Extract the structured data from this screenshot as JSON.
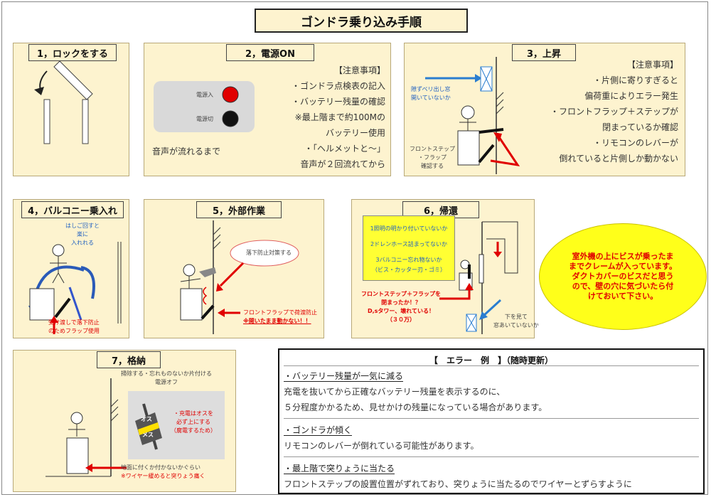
{
  "title": "ゴンドラ乗り込み手順",
  "step1": {
    "label": "1，ロックをする"
  },
  "step2": {
    "label": "2，電源ON",
    "power_on": "電源入",
    "power_off": "電源切",
    "sound": "音声が流れるまで",
    "notes": [
      "【注意事項】",
      "・ゴンドラ点検表の記入",
      "・バッテリー残量の確認",
      "※最上階まで約100Mの",
      "バッテリー使用",
      "・「ヘルメットと～」",
      "音声が２回流れてから"
    ]
  },
  "step3": {
    "label": "3，上昇",
    "check1": [
      "隙ずベリ出し窓",
      "開いていないか"
    ],
    "check2": [
      "フロントステップ",
      "・フラップ",
      "確認する"
    ],
    "notes": [
      "【注意事項】",
      "・片側に寄りすぎると",
      "偏荷重によりエラー発生",
      "・フロントフラップ＋ステップが",
      "閉まっているか確認",
      "・リモコンのレバーが",
      "倒れていると片側しか動かない"
    ]
  },
  "step4": {
    "label": "4，バルコニー乗入れ",
    "blue_note": [
      "はしご回すと",
      "楽に",
      "入れれる"
    ],
    "red_note": [
      "受け渡しで落下防止",
      "のためフラップ使用"
    ]
  },
  "step5": {
    "label": "5，外部作業",
    "cloud": "落下防止対策する",
    "red_note": [
      "フロントフラップで荷渡防止",
      "※開いたまま動かない！！"
    ]
  },
  "step6": {
    "label": "6，帰還",
    "checklist": [
      "1照明の明かり付いていないか",
      "2ドレンホース詰まってないか",
      "3バルコニー忘れ物ないか",
      "（ビス・カッター刃・ゴミ）"
    ],
    "red_note": [
      "フロントステップ＋フラップを",
      "閉まったか！？",
      "D,sタワー、壊れている！",
      "（３０万）"
    ],
    "blue_note": [
      "下を見て",
      "窓あいていないか"
    ]
  },
  "step7": {
    "label": "7，格納",
    "top_note": [
      "掃除する・忘れものないか片付ける",
      "電源オフ"
    ],
    "plug_male": "オス",
    "plug_female": "メス",
    "plug_note": [
      "・充電はオスを",
      "必ず上にする",
      "（腐電するため）"
    ],
    "bottom_note": [
      "地面に付くか付かないかぐらい",
      "※ワイヤー緩めると突りょう痛く"
    ]
  },
  "callout": "室外機の上にビスが乗ったま\nまでクレームが入っています。\nダクトカバーのビスだと思う\nので、壁の穴に気づいたら付\nけておいて下さい。",
  "errors": {
    "title": "【　エラー　例　】（随時更新）",
    "items": [
      {
        "head": "・バッテリー残量が一気に減る",
        "lines": [
          "充電を抜いてから正確なバッテリー残量を表示するのに、",
          "５分程度かかるため、見せかけの残量になっている場合があります。"
        ]
      },
      {
        "head": "・ゴンドラが傾く",
        "lines": [
          "リモコンのレバーが倒れている可能性があります。"
        ]
      },
      {
        "head": "・最上階で突りょうに当たる",
        "lines": [
          "フロントステップの設置位置がずれており、突りょうに当たるのでワイヤーとずらすように"
        ]
      }
    ]
  },
  "colors": {
    "panel": "#fdf3cf",
    "accent_red": "#e00000",
    "accent_blue": "#2060c0",
    "callout": "#ffff1a"
  }
}
